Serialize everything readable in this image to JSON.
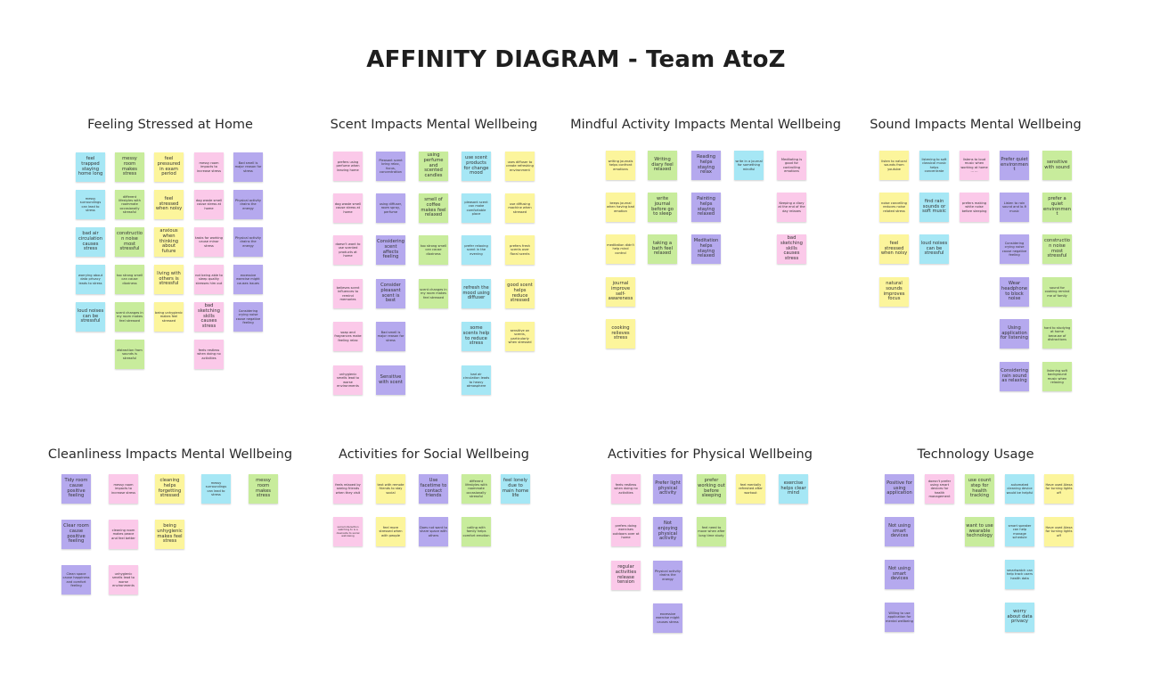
{
  "title": "AFFINITY DIAGRAM - Team AtoZ",
  "colors": {
    "blue": "#a6e7f5",
    "green": "#c8ec9c",
    "yellow": "#fcf59c",
    "pink": "#fbc9e9",
    "purple": "#b5a9ee"
  },
  "groups": [
    {
      "title": "Feeling Stressed at Home",
      "columns": [
        {
          "color": "blue",
          "notes": [
            "feel trapped staying home long",
            "messy surroundings can lead to stress",
            "bad air circulation causes stress",
            "worrying about data privacy leads to stress",
            "loud noises can be stressful"
          ]
        },
        {
          "color": "green",
          "notes": [
            "messy room makes stress",
            "different lifestyles with roommate occasionally stressful",
            "construction noise most stressful",
            "too strong smell can cause dizziness",
            "scent changes in my room makes feel stressed",
            "distraction from sounds is stressful"
          ]
        },
        {
          "color": "yellow",
          "notes": [
            "feel pressured in exam period",
            "feel stressed when noisy",
            "anxious when thinking about future",
            "living with others is stressful",
            "being unhygienic makes feel stressed"
          ]
        },
        {
          "color": "pink",
          "notes": [
            "messy room impacts to increase stress",
            "dog waste smell cause stress at home",
            "tasks for working cause minor stress",
            "not being able to sleep quality stresses him out",
            "bad sketching skills causes stress",
            "feels restless when doing no activities"
          ]
        },
        {
          "color": "purple",
          "notes": [
            "Bad smell is major reason for stress",
            "Physical activity drains the energy",
            "Physical activity drains the energy",
            "excessive exercise might causes issues",
            "Considering crying noise cause negative feeling"
          ]
        }
      ]
    },
    {
      "title": "Scent Impacts Mental Wellbeing",
      "columns": [
        {
          "color": "pink",
          "notes": [
            "prefers using perfume when leaving home",
            "dog waste smell cause stress at home",
            "doesn't want to use scented products at home",
            "believes scent influences to remind memories",
            "soap and fragrances make feeling relax",
            "unhygienic smells lead to worse environments"
          ]
        },
        {
          "color": "purple",
          "notes": [
            "Pleasant scent bring relax, focus, concentration",
            "using diffuser, room spray, perfume",
            "Considering scent affects feeling",
            "Consider pleasant scent is best",
            "Bad smell is major reason for stress",
            "Sensitive with scent"
          ]
        },
        {
          "color": "green",
          "notes": [
            "using perfume and scented candles",
            "smell of coffee makes feel relaxed",
            "too strong smell can cause dizziness",
            "scent changes in my room makes feel stressed"
          ]
        },
        {
          "color": "blue",
          "notes": [
            "use scent products for change mood",
            "pleasant scent can make comfortable place",
            "prefer relaxing scent in the evening",
            "refresh the mood using diffuser",
            "some scents help to reduce stress",
            "bad air circulation leads to heavy atmosphere"
          ]
        },
        {
          "color": "yellow",
          "notes": [
            "uses diffuser to create refreshing environment",
            "use diffusing machine when stressed",
            "prefers fresh scents over floral scents",
            "good scent helps reduce stressed",
            "sensitive on scents, particularly when stressed"
          ]
        }
      ]
    },
    {
      "title": "Mindful Activity Impacts Mental Wellbeing",
      "columns": [
        {
          "color": "yellow",
          "notes": [
            "writing journals helps confront emotions",
            "keeps journal when having bad emotion",
            "meditation didn't help mind control",
            "journal improve self-awareness",
            "cooking relieves stress"
          ]
        },
        {
          "color": "green",
          "notes": [
            "Writing diary feel relaxed",
            "write journal before go to sleep",
            "taking a bath feel relaxed"
          ]
        },
        {
          "color": "purple",
          "notes": [
            "Reading helps staying relax",
            "Painting helps staying relaxed",
            "Meditation helps staying relaxed"
          ]
        },
        {
          "color": "blue",
          "notes": [
            "write in a journal for something mindful"
          ]
        },
        {
          "color": "pink",
          "notes": [
            "Meditating is good for controlling emotions",
            "Keeping a diary at the end of the day relaxes",
            "bad sketching skills causes stress"
          ]
        }
      ]
    },
    {
      "title": "Sound Impacts Mental Wellbeing",
      "columns": [
        {
          "color": "yellow",
          "notes": [
            "listen to natural sounds from youtube",
            "noise cancelling reduces noise related stress",
            "feel stressed when noisy",
            "natural sounds improves focus"
          ]
        },
        {
          "color": "blue",
          "notes": [
            "listening to soft classical music helps concentrate",
            "find rain sounds or soft music",
            "loud noises can be stressful"
          ]
        },
        {
          "color": "pink",
          "notes": [
            "listens to loud music when working at home ... ...",
            "prefers making white noise before sleeping"
          ]
        },
        {
          "color": "purple",
          "notes": [
            "Prefer quiet environment",
            "Listen to rain sound and lo-fi music",
            "Considering crying noise cause negative feeling",
            "Wear headphone to block noise",
            "Using application for listening",
            "Considering rain sound as relaxing"
          ]
        },
        {
          "color": "green",
          "notes": [
            "sensitive with sound",
            "prefer a quiet environment",
            "construction noise most stressful",
            "sound for cooking remind me of family",
            "hard to studying at home because of distractions",
            "listening soft background music when relaxing"
          ]
        }
      ]
    },
    {
      "title": "Cleanliness Impacts Mental Wellbeing",
      "columns": [
        {
          "color": "purple",
          "notes": [
            "Tidy room cause positive feeling",
            "Clear room cause positive feeling",
            "Clean space cause happiness and comfort feeling"
          ]
        },
        {
          "color": "pink",
          "notes": [
            "messy room impacts to increase stress",
            "cleaning room makes peace and feel better",
            "unhygienic smells lead to worse environments"
          ]
        },
        {
          "color": "yellow",
          "notes": [
            "cleaning helps forgetting stressed",
            "being unhygienic makes feel stress"
          ]
        },
        {
          "color": "blue",
          "notes": [
            "messy surroundings can lead to stress"
          ]
        },
        {
          "color": "green",
          "notes": [
            "messy room makes stress"
          ]
        }
      ]
    },
    {
      "title": "Activities for Social Wellbeing",
      "columns": [
        {
          "color": "pink",
          "notes": [
            "feels relaxed by seeing friends when they visit",
            "social interaction watching tv is a downside to social well-being"
          ]
        },
        {
          "color": "yellow",
          "notes": [
            "text with remote friends to stay social",
            "feel more stressed when with people"
          ]
        },
        {
          "color": "purple",
          "notes": [
            "Use facetime to contact friends",
            "Does not want to share space with others"
          ]
        },
        {
          "color": "green",
          "notes": [
            "different lifestyles with roommate occasionally stressful",
            "calling with family helps comfort emotion"
          ]
        },
        {
          "color": "blue",
          "notes": [
            "feel lonely due to main home life"
          ]
        }
      ]
    },
    {
      "title": "Activities for Physical Wellbeing",
      "columns": [
        {
          "color": "pink",
          "notes": [
            "feels restless when doing no activities",
            "prefers doing exercises outdoors over at home",
            "regular activities release tension"
          ]
        },
        {
          "color": "purple",
          "notes": [
            "Prefer light physical activity",
            "Not enjoying physical activity",
            "Physical activity drains the energy",
            "excessive exercise might causes stress"
          ]
        },
        {
          "color": "green",
          "notes": [
            "prefer working out before sleeping",
            "feel need to move when after long time study"
          ]
        },
        {
          "color": "yellow",
          "notes": [
            "feel mentally refreshed after workout"
          ]
        },
        {
          "color": "blue",
          "notes": [
            "exercise helps clear mind"
          ]
        }
      ]
    },
    {
      "title": "Technology Usage",
      "columns": [
        {
          "color": "purple",
          "notes": [
            "Positive for using application",
            "Not using smart devices",
            "Not using smart devices",
            "Willing to use application for mental wellbeing"
          ]
        },
        {
          "color": "pink",
          "notes": [
            "doesn't prefer using smart devices for health management"
          ]
        },
        {
          "color": "green",
          "notes": [
            "use count step for health tracking",
            "want to use wearable technology"
          ]
        },
        {
          "color": "blue",
          "notes": [
            "automated cleaning device would be helpful",
            "smart speaker can help manage schedule",
            "smartwatch can help track users health data",
            "worry about data privacy"
          ]
        },
        {
          "color": "yellow",
          "notes": [
            "Have used Alexa for turning lights off",
            "Have used Alexa for turning lights off"
          ]
        }
      ]
    }
  ]
}
